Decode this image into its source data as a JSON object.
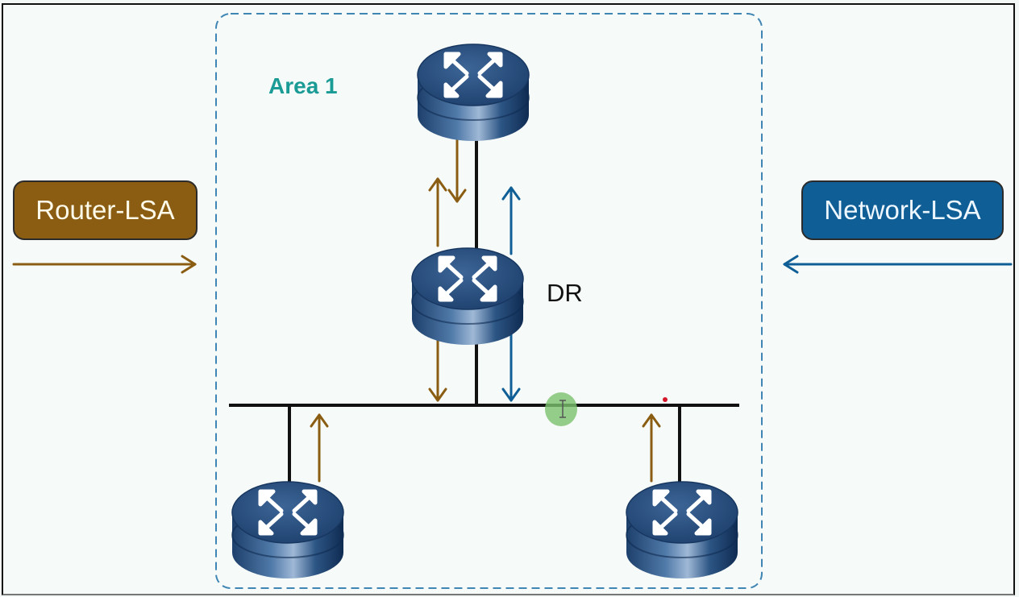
{
  "diagram": {
    "title": "OSPF Router-LSA and Network-LSA flooding on a broadcast network",
    "area": {
      "label": "Area 1",
      "border_color": "#3f86b5"
    },
    "legend": [
      {
        "id": "router-lsa",
        "label": "Router-LSA",
        "color": "#8a5d12",
        "arrow_direction": "right"
      },
      {
        "id": "network-lsa",
        "label": "Network-LSA",
        "color": "#0f5f96",
        "arrow_direction": "left"
      }
    ],
    "nodes": [
      {
        "id": "router-top",
        "type": "router",
        "label": ""
      },
      {
        "id": "router-dr",
        "type": "router",
        "label": "DR"
      },
      {
        "id": "router-bottom-left",
        "type": "router",
        "label": ""
      },
      {
        "id": "router-bottom-right",
        "type": "router",
        "label": ""
      }
    ],
    "links": [
      {
        "from": "router-top",
        "to": "router-dr"
      },
      {
        "from": "router-dr",
        "to": "broadcast-segment"
      },
      {
        "from": "router-bottom-left",
        "to": "broadcast-segment"
      },
      {
        "from": "router-bottom-right",
        "to": "broadcast-segment"
      }
    ],
    "lsa_flows": [
      {
        "type": "Router-LSA",
        "from": "router-top",
        "to": "router-dr"
      },
      {
        "type": "Router-LSA",
        "from": "router-dr",
        "to": "router-top"
      },
      {
        "type": "Network-LSA",
        "from": "router-dr",
        "to": "router-top"
      },
      {
        "type": "Router-LSA",
        "from": "router-dr",
        "to": "broadcast-segment"
      },
      {
        "type": "Network-LSA",
        "from": "router-dr",
        "to": "broadcast-segment"
      },
      {
        "type": "Router-LSA",
        "from": "router-bottom-left",
        "to": "broadcast-segment"
      },
      {
        "type": "Router-LSA",
        "from": "router-bottom-right",
        "to": "broadcast-segment"
      }
    ],
    "colors": {
      "router_lsa": "#8a5d12",
      "network_lsa": "#0f5f96",
      "link": "#111111",
      "router_body": "#274f80",
      "cursor_highlight": "#7cc26e"
    }
  }
}
